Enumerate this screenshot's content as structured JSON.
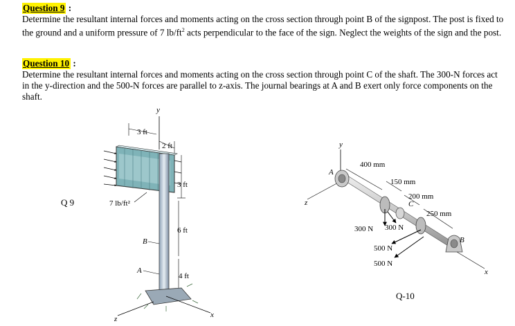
{
  "q9": {
    "title": "Question 9",
    "colon": " :",
    "text_before": "Determine the resultant internal forces and moments acting on the cross section through point B of the signpost. The post is fixed to the ground and a uniform pressure of 7 lb/ft",
    "text_exp": "2",
    "text_after": " acts perpendicular to the face of the sign. Neglect the weights of the sign and the post."
  },
  "q10": {
    "title": "Question 10",
    "colon": " :",
    "text": "Determine the resultant internal forces and moments acting on the cross section through point C of the shaft. The 300-N forces act in the y-direction and the 500-N forces are parallel to z-axis. The journal bearings at A and B exert only force components on the shaft."
  },
  "fig9": {
    "label": "Q 9",
    "pressure": "7 lb/ft²",
    "dim_3ft_top": "3 ft",
    "dim_2ft": "2 ft",
    "dim_3ft_side": "3 ft",
    "dim_6ft": "6 ft",
    "dim_4ft": "4 ft",
    "pt_b": "B",
    "pt_a": "A",
    "axis_x": "x",
    "axis_y": "y",
    "axis_z": "z"
  },
  "fig10": {
    "label": "Q-10",
    "dim_400": "400 mm",
    "dim_150": "150 mm",
    "dim_200": "200 mm",
    "dim_250": "250 mm",
    "f_300_left": "300 N",
    "f_300_right": "300 N",
    "f_500_a": "500 N",
    "f_500_b": "500 N",
    "pt_a": "A",
    "pt_b": "B",
    "pt_c": "C",
    "axis_x": "x",
    "axis_y": "y",
    "axis_z": "z"
  }
}
